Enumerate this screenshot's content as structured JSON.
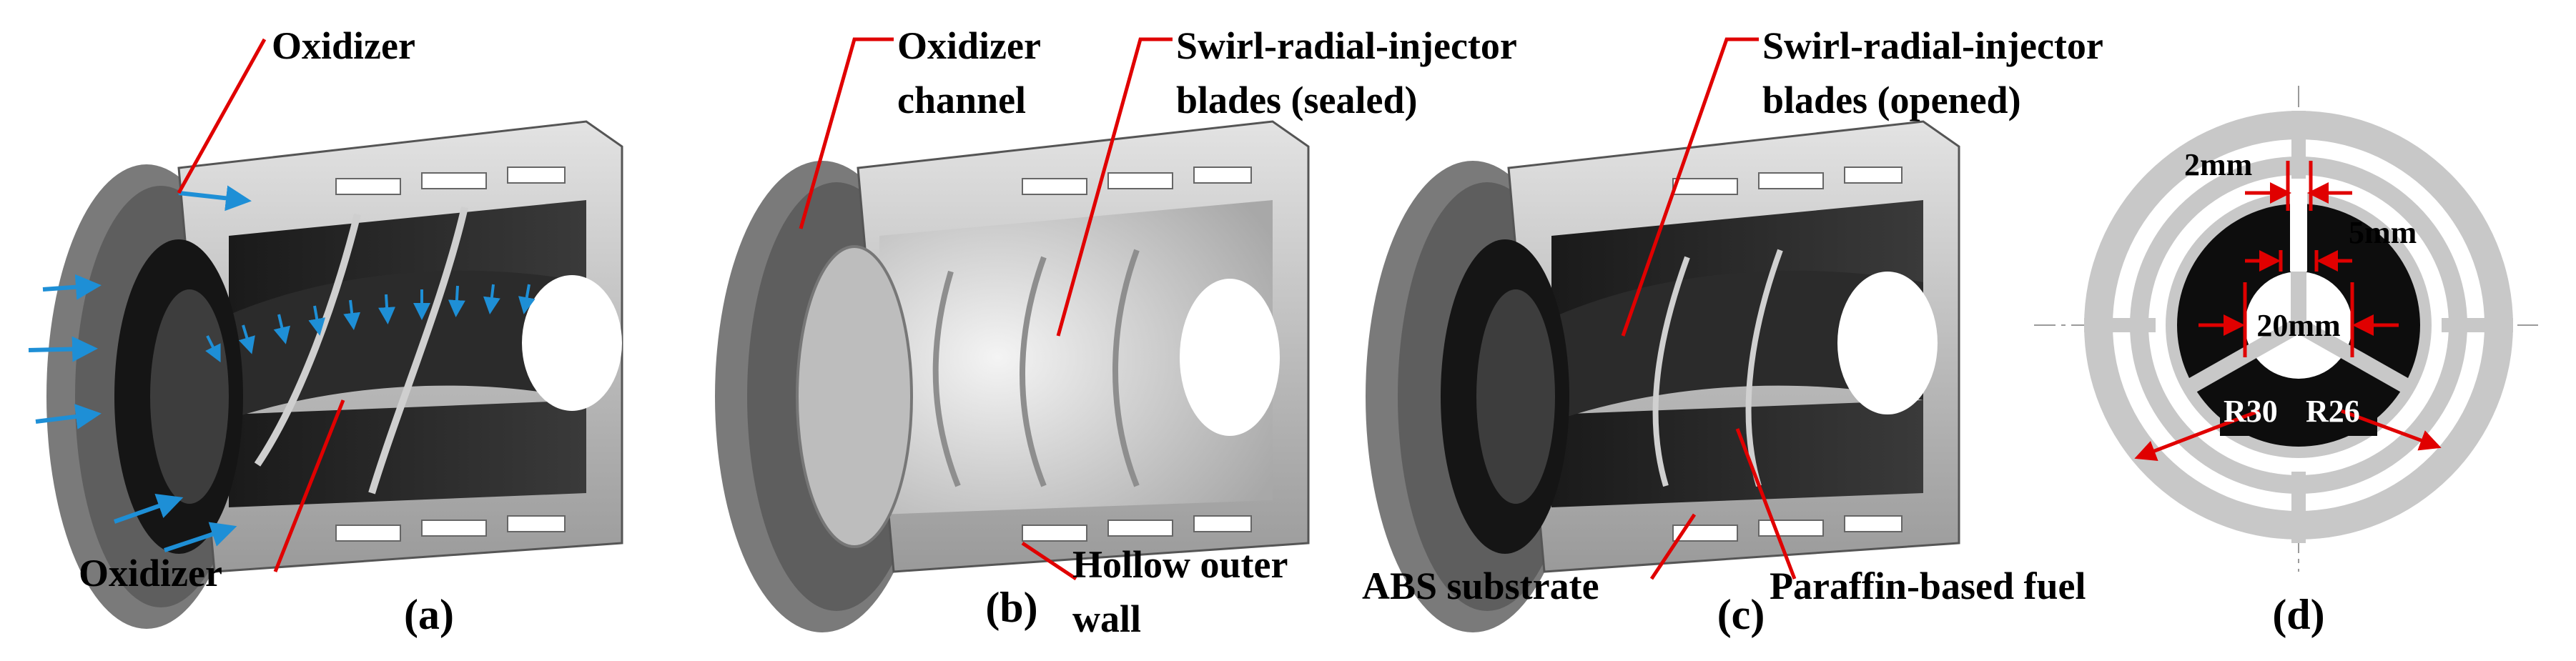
{
  "panels": {
    "a": {
      "caption": "(a)",
      "labels": {
        "oxidizer_top": "Oxidizer",
        "oxidizer_bottom": "Oxidizer"
      }
    },
    "b": {
      "caption": "(b)",
      "labels": {
        "oxidizer_channel_1": "Oxidizer",
        "oxidizer_channel_2": "channel",
        "blades_sealed_1": "Swirl-radial-injector",
        "blades_sealed_2": "blades (sealed)",
        "hollow_wall_1": "Hollow outer",
        "hollow_wall_2": "wall"
      }
    },
    "c": {
      "caption": "(c)",
      "labels": {
        "blades_opened_1": "Swirl-radial-injector",
        "blades_opened_2": "blades (opened)",
        "abs_substrate": "ABS substrate",
        "paraffin_fuel": "Paraffin-based fuel"
      }
    },
    "d": {
      "caption": "(d)",
      "dimensions": {
        "gap_2mm": "2mm",
        "gap_5mm": "5mm",
        "bore_20mm": "20mm",
        "outer_r30": "R30",
        "inner_r26": "R26"
      }
    }
  },
  "colors": {
    "leader": "#e00000",
    "arrow_blue": "#1e8fd6",
    "metal_light": "#cfcfcf",
    "metal_dark": "#6f6f6f",
    "fuel": "#2a2a2a",
    "section_light": "#c8c8c8"
  }
}
